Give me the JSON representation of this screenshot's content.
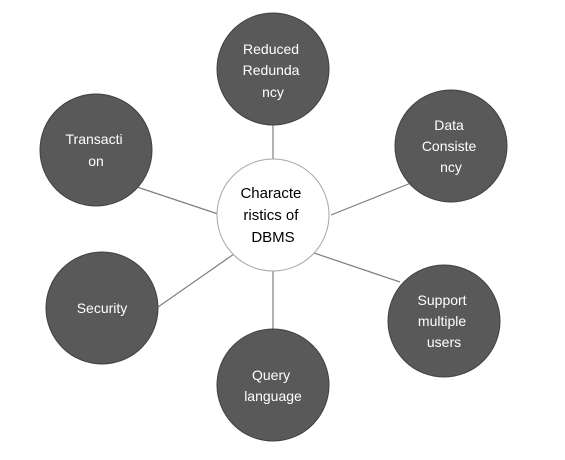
{
  "diagram": {
    "center": {
      "lines": [
        "Characte",
        "ristics of",
        "DBMS"
      ]
    },
    "nodes": [
      {
        "id": "reduced-redundancy",
        "lines": [
          "Reduced",
          "Redunda",
          "ncy"
        ]
      },
      {
        "id": "data-consistency",
        "lines": [
          "Data",
          "Consiste",
          "ncy"
        ]
      },
      {
        "id": "support-multiple-users",
        "lines": [
          "Support",
          "multiple",
          "users"
        ]
      },
      {
        "id": "query-language",
        "lines": [
          "Query",
          "language"
        ]
      },
      {
        "id": "security",
        "lines": [
          "Security"
        ]
      },
      {
        "id": "transaction",
        "lines": [
          "Transacti",
          "on"
        ]
      }
    ],
    "colors": {
      "node_fill": "#595959",
      "node_stroke": "#404040",
      "center_fill": "#ffffff",
      "center_stroke": "#a6a6a6",
      "connector": "#7f7f7f"
    }
  }
}
